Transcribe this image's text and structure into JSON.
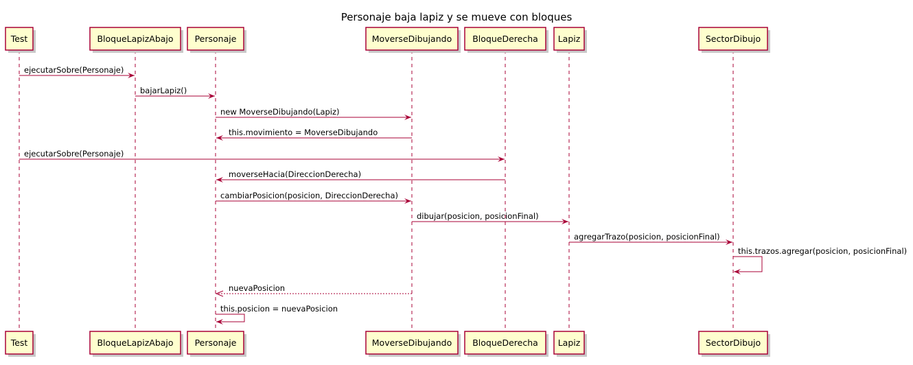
{
  "title": "Personaje baja lapiz y se mueve con bloques",
  "colors": {
    "participant_fill": "#FEFECE",
    "line": "#A80036"
  },
  "participants": [
    "Test",
    "BloqueLapizAbajo",
    "Personaje",
    "MoverseDibujando",
    "BloqueDerecha",
    "Lapiz",
    "SectorDibujo"
  ],
  "messages": [
    {
      "from": 0,
      "to": 1,
      "label": "ejecutarSobre(Personaje)",
      "style": "sync"
    },
    {
      "from": 1,
      "to": 2,
      "label": "bajarLapiz()",
      "style": "sync"
    },
    {
      "from": 2,
      "to": 3,
      "label": "new MoverseDibujando(Lapiz)",
      "style": "sync"
    },
    {
      "from": 3,
      "to": 2,
      "label": "this.movimiento = MoverseDibujando",
      "style": "sync"
    },
    {
      "from": 0,
      "to": 4,
      "label": "ejecutarSobre(Personaje)",
      "style": "sync"
    },
    {
      "from": 4,
      "to": 2,
      "label": "moverseHacia(DireccionDerecha)",
      "style": "sync"
    },
    {
      "from": 2,
      "to": 3,
      "label": "cambiarPosicion(posicion, DireccionDerecha)",
      "style": "sync"
    },
    {
      "from": 3,
      "to": 5,
      "label": "dibujar(posicion, posicionFinal)",
      "style": "sync"
    },
    {
      "from": 5,
      "to": 6,
      "label": "agregarTrazo(posicion, posicionFinal)",
      "style": "sync"
    },
    {
      "from": 6,
      "to": 6,
      "label": "this.trazos.agregar(posicion, posicionFinal)",
      "style": "self"
    },
    {
      "from": 3,
      "to": 2,
      "label": "nuevaPosicion",
      "style": "return"
    },
    {
      "from": 2,
      "to": 2,
      "label": "this.posicion = nuevaPosicion",
      "style": "self"
    }
  ]
}
